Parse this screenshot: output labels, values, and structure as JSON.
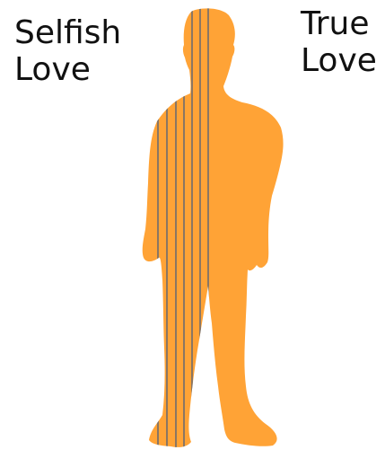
{
  "labels": {
    "left": {
      "line1": "Selfish",
      "line2": "Love"
    },
    "right": {
      "line1": "True",
      "line2": "Love"
    }
  },
  "colors": {
    "silhouette": "#FFA336",
    "stripes": "#6E6C6F",
    "text": "#111111",
    "background": "#FFFFFF"
  }
}
